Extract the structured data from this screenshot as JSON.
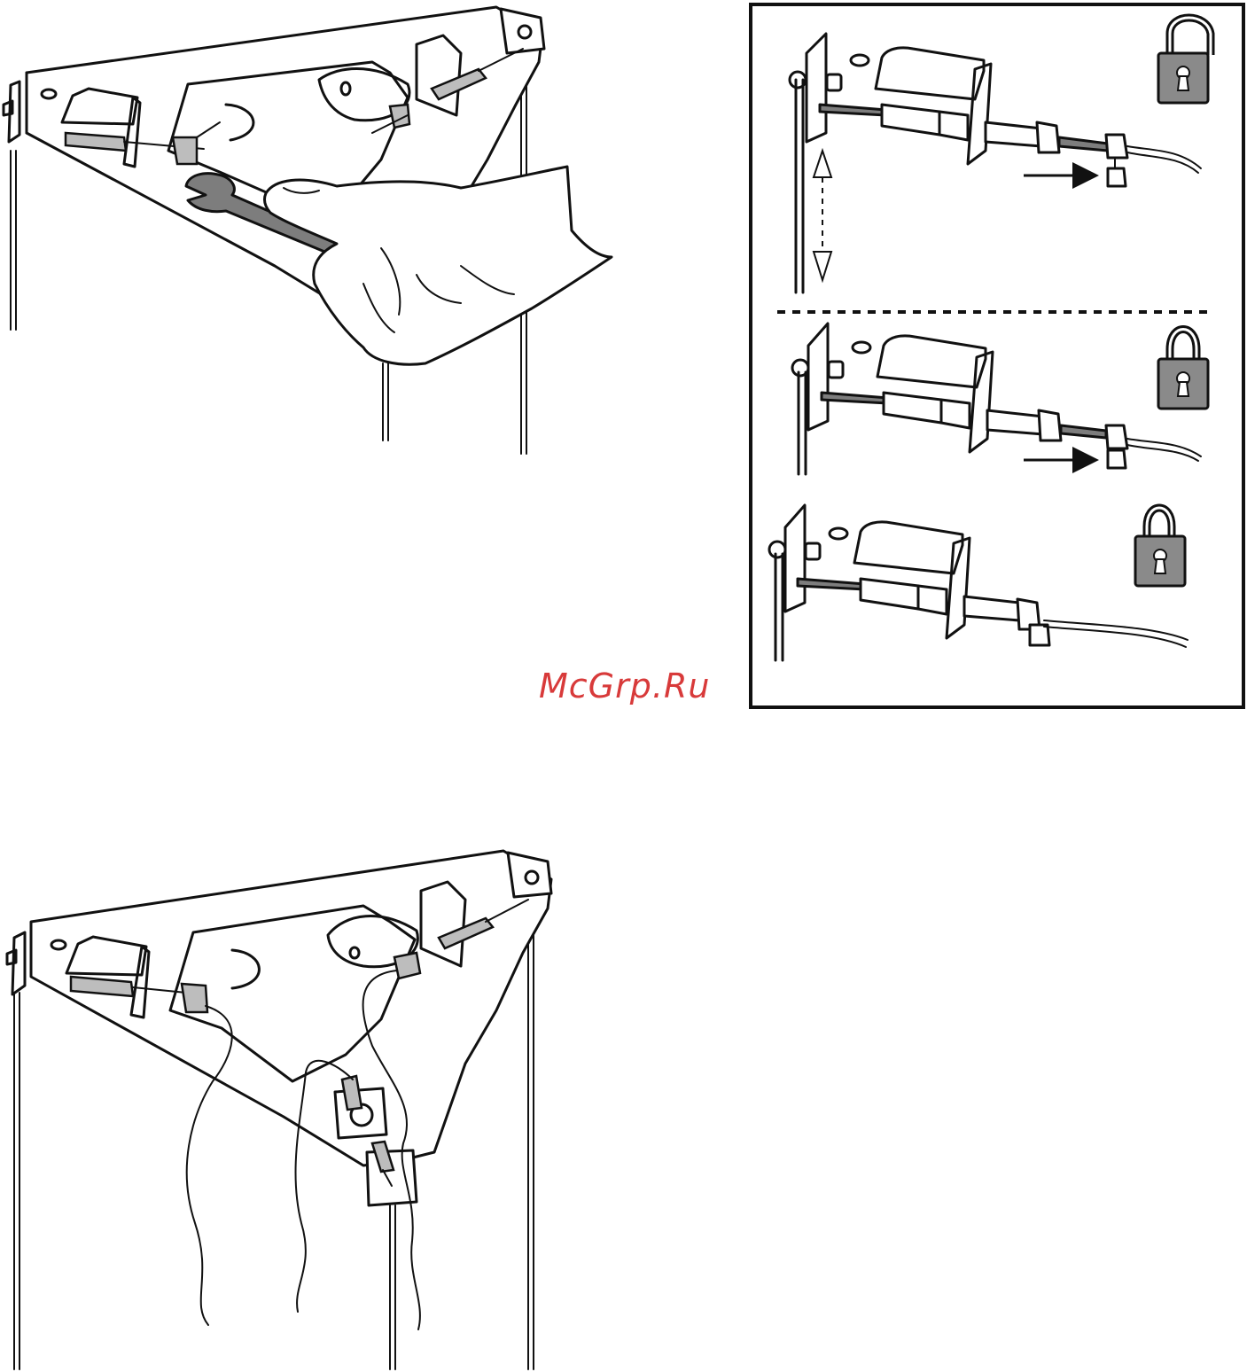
{
  "watermark": {
    "text": "McGrp.Ru",
    "color": "#d83a3a"
  },
  "panels": [
    {
      "id": "top-left",
      "content": "cable-bracket-tightening-with-wrench"
    },
    {
      "id": "inset",
      "content": "cable-lock-sequence",
      "steps": [
        {
          "lock_state": "unlocked",
          "icon": "unlocked-padlock-icon"
        },
        {
          "lock_state": "locked",
          "icon": "locked-padlock-icon"
        },
        {
          "lock_state": "locked",
          "icon": "locked-padlock-icon"
        }
      ]
    },
    {
      "id": "bottom",
      "content": "cable-bracket-assembled-with-cables"
    }
  ],
  "colors": {
    "line": "#111111",
    "fill_gray": "#7d7d7d",
    "lock_gray": "#8a8a8a",
    "background": "#ffffff"
  }
}
